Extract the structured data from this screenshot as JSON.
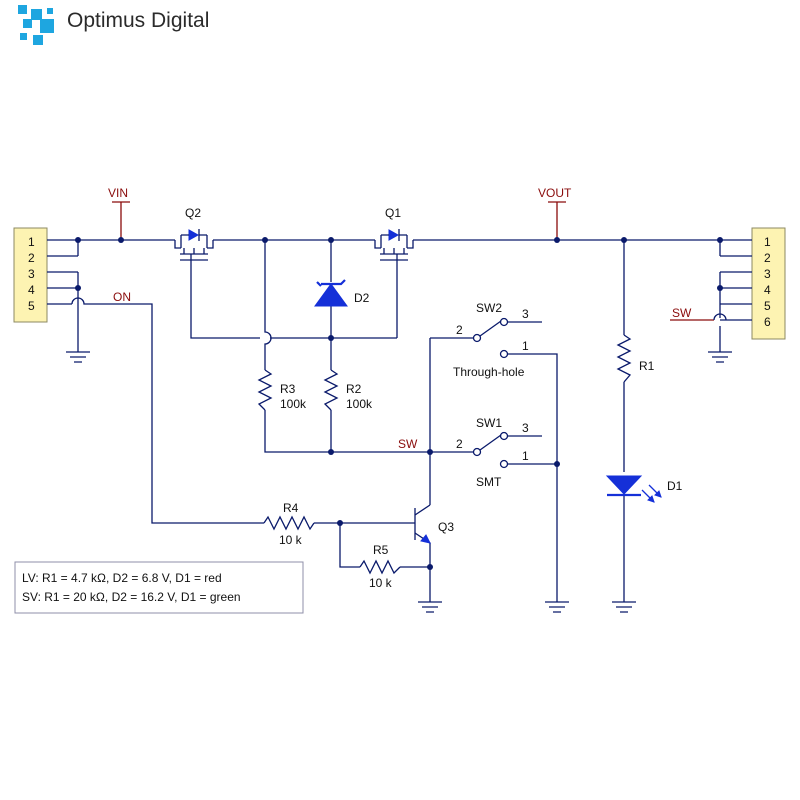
{
  "brand": {
    "name": "Optimus Digital",
    "logo_color": "#1ea6e0"
  },
  "colors": {
    "wire": "#0a1a6b",
    "net_label": "#8a0c0c",
    "component_fill": "#1530d8",
    "header_fill": "#fdf3b2"
  },
  "nets": {
    "vin": "VIN",
    "vout": "VOUT",
    "on": "ON",
    "sw_mid": "SW",
    "sw_right": "SW"
  },
  "left_header": {
    "pins": [
      "1",
      "2",
      "3",
      "4",
      "5"
    ]
  },
  "right_header": {
    "pins": [
      "1",
      "2",
      "3",
      "4",
      "5",
      "6"
    ]
  },
  "components": {
    "q1": "Q1",
    "q2": "Q2",
    "q3": "Q3",
    "d1": "D1",
    "d2": "D2",
    "r1": "R1",
    "r2": {
      "name": "R2",
      "value": "100k"
    },
    "r3": {
      "name": "R3",
      "value": "100k"
    },
    "r4": {
      "name": "R4",
      "value": "10 k"
    },
    "r5": {
      "name": "R5",
      "value": "10 k"
    },
    "sw1": {
      "name": "SW1",
      "variant": "SMT",
      "pin_common": "2",
      "pin_a": "3",
      "pin_b": "1"
    },
    "sw2": {
      "name": "SW2",
      "variant": "Through-hole",
      "pin_common": "2",
      "pin_a": "3",
      "pin_b": "1"
    }
  },
  "notes": {
    "lv": "LV: R1 = 4.7 kΩ, D2 = 6.8 V, D1 = red",
    "sv": "SV: R1 = 20 kΩ, D2 = 16.2 V, D1 = green"
  }
}
